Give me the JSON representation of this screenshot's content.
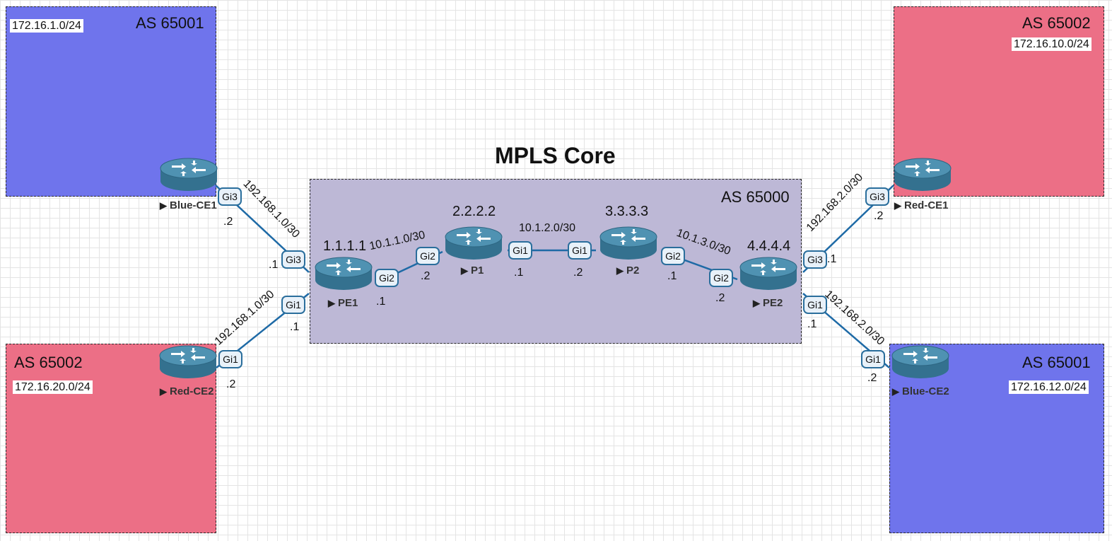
{
  "diagram_title": "MPLS Core",
  "regions": {
    "blue1": {
      "as": "AS 65001",
      "prefix": "172.16.1.0/24"
    },
    "red1": {
      "as": "AS 65002",
      "prefix": "172.16.10.0/24"
    },
    "red2": {
      "as": "AS 65002",
      "prefix": "172.16.20.0/24"
    },
    "blue2": {
      "as": "AS 65001",
      "prefix": "172.16.12.0/24"
    },
    "core": {
      "as": "AS 65000"
    }
  },
  "routers": {
    "blue_ce1": {
      "name": "Blue-CE1"
    },
    "red_ce2": {
      "name": "Red-CE2"
    },
    "pe1": {
      "name": "PE1",
      "router_id": "1.1.1.1"
    },
    "p1": {
      "name": "P1",
      "router_id": "2.2.2.2"
    },
    "p2": {
      "name": "P2",
      "router_id": "3.3.3.3"
    },
    "pe2": {
      "name": "PE2",
      "router_id": "4.4.4.4"
    },
    "red_ce1": {
      "name": "Red-CE1"
    },
    "blue_ce2": {
      "name": "Blue-CE2"
    }
  },
  "links": {
    "blue_ce1_pe1": {
      "subnet": "192.168.1.0/30",
      "a_if": "Gi3",
      "a_ip": ".2",
      "b_if": "Gi3",
      "b_ip": ".1"
    },
    "red_ce2_pe1": {
      "subnet": "192.168.1.0/30",
      "a_if": "Gi1",
      "a_ip": ".2",
      "b_if": "Gi1",
      "b_ip": ".1"
    },
    "pe1_p1": {
      "subnet": "10.1.1.0/30",
      "a_if": "Gi2",
      "a_ip": ".1",
      "b_if": "Gi2",
      "b_ip": ".2"
    },
    "p1_p2": {
      "subnet": "10.1.2.0/30",
      "a_if": "Gi1",
      "a_ip": ".1",
      "b_if": "Gi1",
      "b_ip": ".2"
    },
    "p2_pe2": {
      "subnet": "10.1.3.0/30",
      "a_if": "Gi2",
      "a_ip": ".1",
      "b_if": "Gi2",
      "b_ip": ".2"
    },
    "pe2_red_ce1": {
      "subnet": "192.168.2.0/30",
      "a_if": "Gi3",
      "a_ip": ".1",
      "b_if": "Gi3",
      "b_ip": ".2"
    },
    "pe2_blue_ce2": {
      "subnet": "192.168.2.0/30",
      "a_if": "Gi1",
      "a_ip": ".1",
      "b_if": "Gi1",
      "b_ip": ".2"
    }
  },
  "colors": {
    "blue_region": "#6f74ec",
    "red_region": "#ec6f86",
    "core_region": "#bdb8d6",
    "link": "#1e6aa6",
    "router_body": "#3f7f9c"
  },
  "icons": {
    "router": "router-icon"
  }
}
